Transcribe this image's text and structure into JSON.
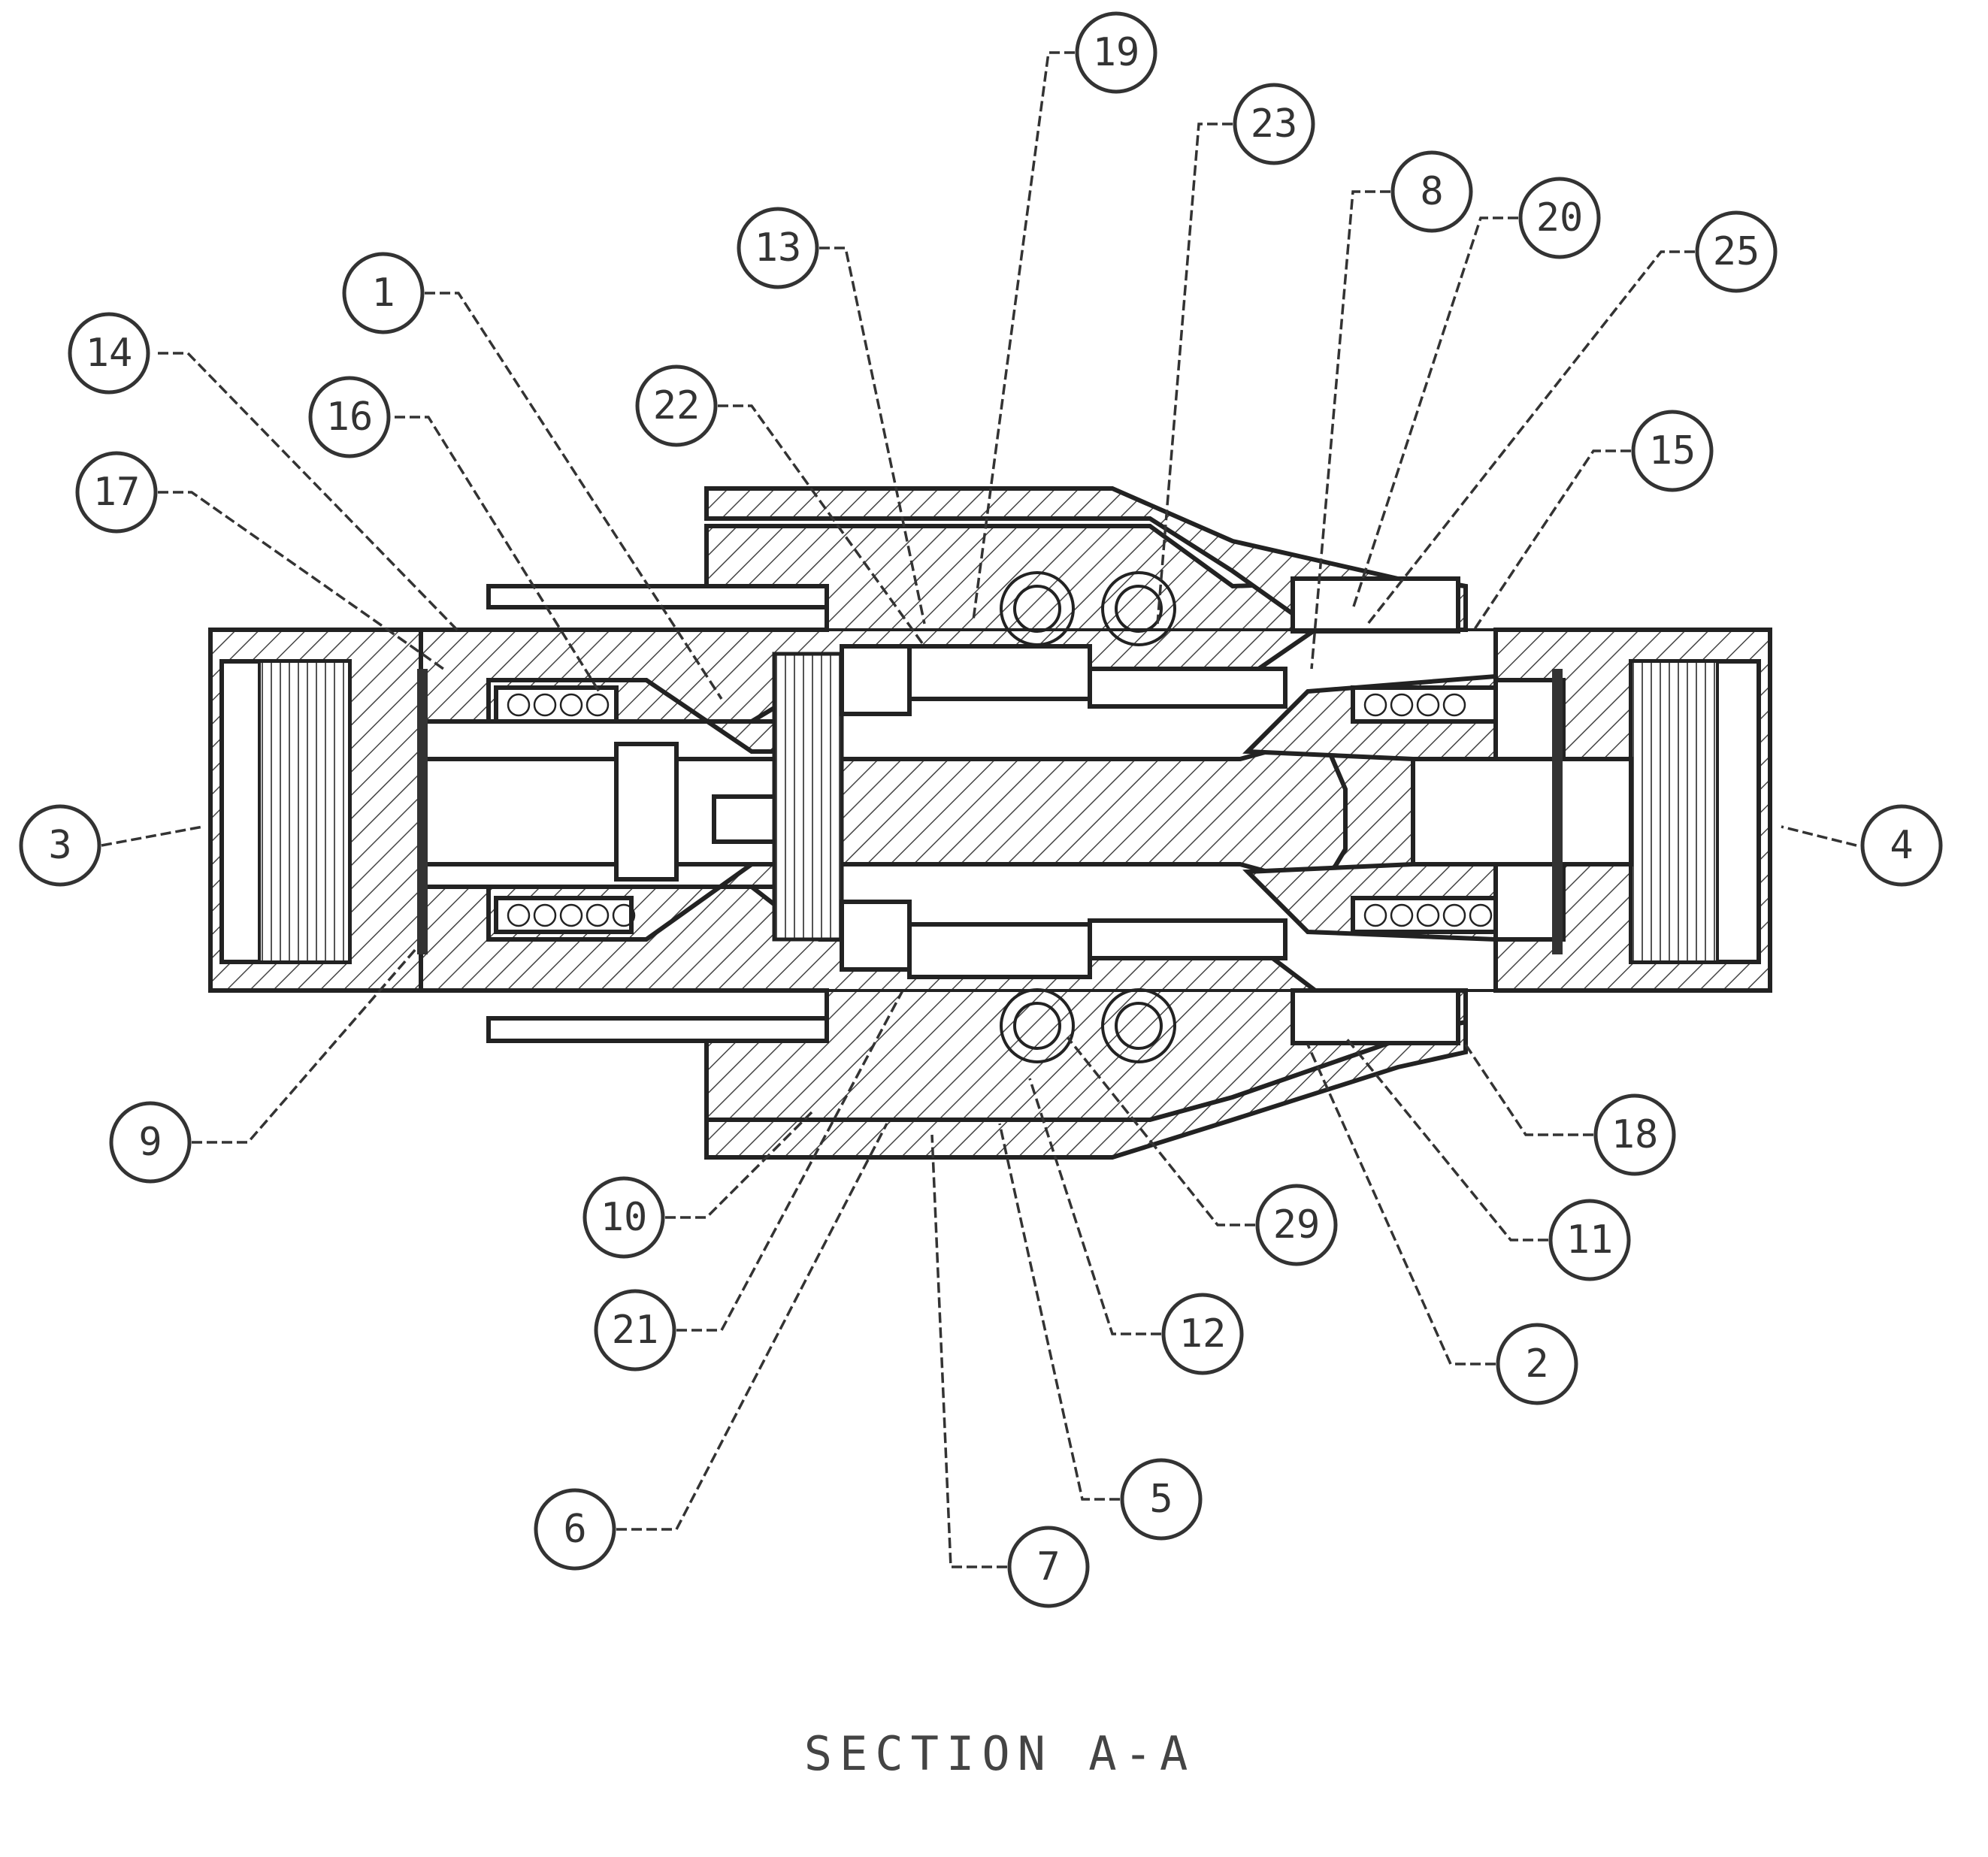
{
  "caption": "SECTION A-A",
  "callouts": [
    {
      "id": "c19",
      "label": "19"
    },
    {
      "id": "c23",
      "label": "23"
    },
    {
      "id": "c8",
      "label": "8"
    },
    {
      "id": "c20",
      "label": "20"
    },
    {
      "id": "c25",
      "label": "25"
    },
    {
      "id": "c13",
      "label": "13"
    },
    {
      "id": "c1",
      "label": "1"
    },
    {
      "id": "c14",
      "label": "14"
    },
    {
      "id": "c16",
      "label": "16"
    },
    {
      "id": "c22",
      "label": "22"
    },
    {
      "id": "c15",
      "label": "15"
    },
    {
      "id": "c17",
      "label": "17"
    },
    {
      "id": "c3",
      "label": "3"
    },
    {
      "id": "c4",
      "label": "4"
    },
    {
      "id": "c9",
      "label": "9"
    },
    {
      "id": "c18",
      "label": "18"
    },
    {
      "id": "c10",
      "label": "10"
    },
    {
      "id": "c29",
      "label": "29"
    },
    {
      "id": "c11",
      "label": "11"
    },
    {
      "id": "c21",
      "label": "21"
    },
    {
      "id": "c12",
      "label": "12"
    },
    {
      "id": "c2",
      "label": "2"
    },
    {
      "id": "c5",
      "label": "5"
    },
    {
      "id": "c6",
      "label": "6"
    },
    {
      "id": "c7",
      "label": "7"
    }
  ]
}
